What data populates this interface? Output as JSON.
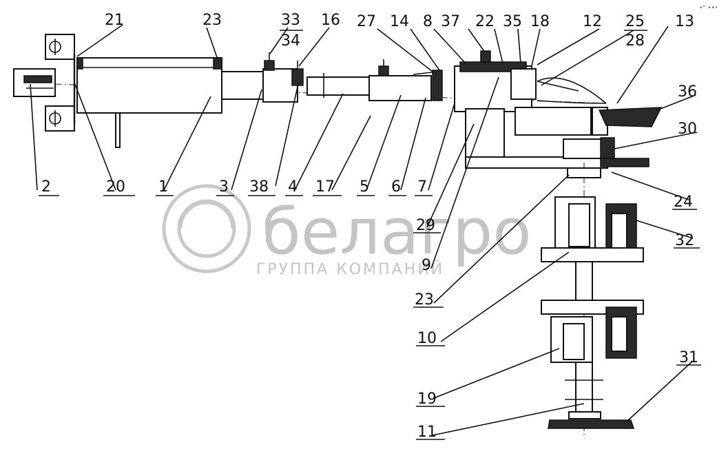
{
  "corner_mark": "•\" •••",
  "watermark": {
    "brand": "белагро",
    "subtitle": "ГРУППА КОМПАНИЙ"
  },
  "labels": {
    "l21": "21",
    "l23": "23",
    "l33": "33",
    "l34": "34",
    "l16": "16",
    "l27": "27",
    "l14": "14",
    "l8": "8",
    "l37": "37",
    "l22": "22",
    "l35": "35",
    "l18": "18",
    "l12": "12",
    "l25": "25",
    "l28": "28",
    "l13": "13",
    "l36": "36",
    "l30": "30",
    "l2": "2",
    "l20": "20",
    "l1": "1",
    "l3": "3",
    "l38": "38",
    "l4": "4",
    "l17": "17",
    "l5": "5",
    "l6": "6",
    "l7": "7",
    "l24": "24",
    "l29": "29",
    "l9": "9",
    "l32": "32",
    "l23b": "23",
    "l10": "10",
    "l19": "19",
    "l11": "11",
    "l31": "31"
  }
}
